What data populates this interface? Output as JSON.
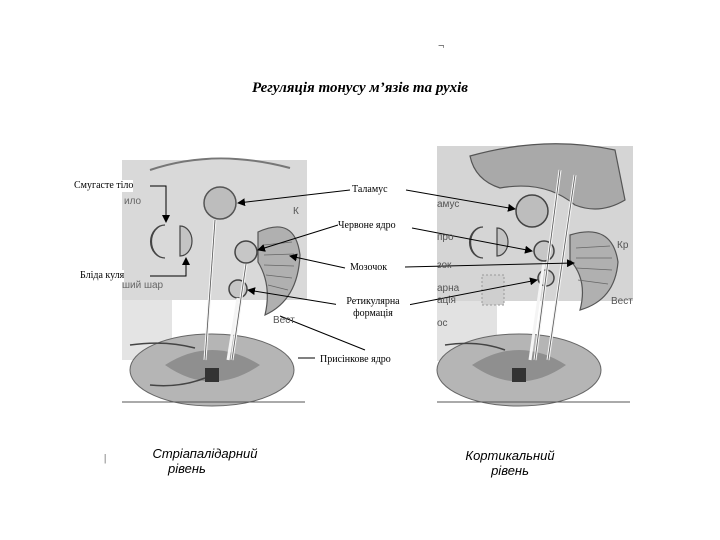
{
  "title": "Регуляція тонусу м’язів та рухів",
  "top_mark": "¬",
  "left_mark": "|",
  "labels": {
    "striatum": "Смугасте тіло",
    "thalamus": "Таламус",
    "red_nucleus": "Червоне ядро",
    "cerebellum": "Мозочок",
    "pallidum": "Бліда куля",
    "reticular_line1": "Ретикулярна",
    "reticular_line2": "формація",
    "vestibular": "Присінкове ядро"
  },
  "captions": {
    "left_line1": "Стріапалідарний",
    "left_line2": "рівень",
    "right_line1": "Кортикальний",
    "right_line2": "рівень"
  },
  "figure_text": {
    "left_k": "К",
    "left_vest": "Вест",
    "left_ilo": "ило",
    "left_shar": "ший шар",
    "right_amus": "амус",
    "right_pro": "про",
    "right_kr": "Кр",
    "right_ves": "Вест",
    "right_zok": "зок",
    "right_rna": "арна",
    "right_mats": "ація",
    "right_os": "ос"
  }
}
